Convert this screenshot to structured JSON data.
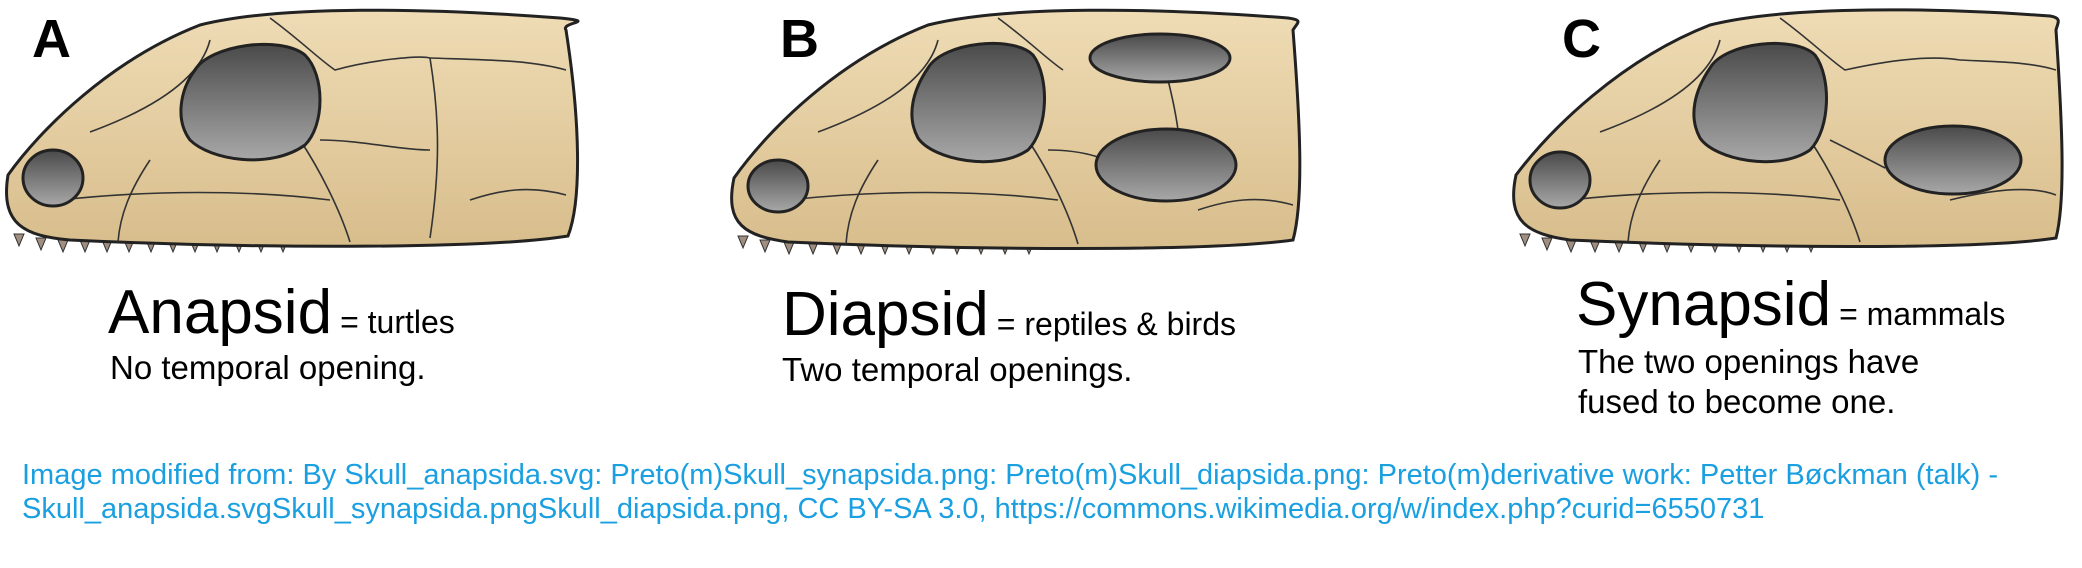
{
  "panels": [
    {
      "letter": "A",
      "name": "Anapsid",
      "sub": "= turtles",
      "desc": [
        "No temporal opening."
      ],
      "openings": "none"
    },
    {
      "letter": "B",
      "name": "Diapsid",
      "sub": "= reptiles & birds",
      "desc": [
        "Two temporal openings."
      ],
      "openings": "two"
    },
    {
      "letter": "C",
      "name": "Synapsid",
      "sub": "= mammals",
      "desc": [
        "The two openings have",
        "fused to become one."
      ],
      "openings": "one"
    }
  ],
  "credit": "Image modified from: By Skull_anapsida.svg: Preto(m)Skull_synapsida.png: Preto(m)Skull_diapsida.png: Preto(m)derivative work: Petter Bøckman (talk) - Skull_anapsida.svgSkull_synapsida.pngSkull_diapsida.png, CC BY-SA 3.0, https://commons.wikimedia.org/w/index.php?curid=6550731",
  "colors": {
    "bone": "#e7d2a8",
    "bone_dark": "#d2b888",
    "opening": "#6f6f6f",
    "teeth": "#a08f80",
    "credit": "#1a9fe0"
  }
}
